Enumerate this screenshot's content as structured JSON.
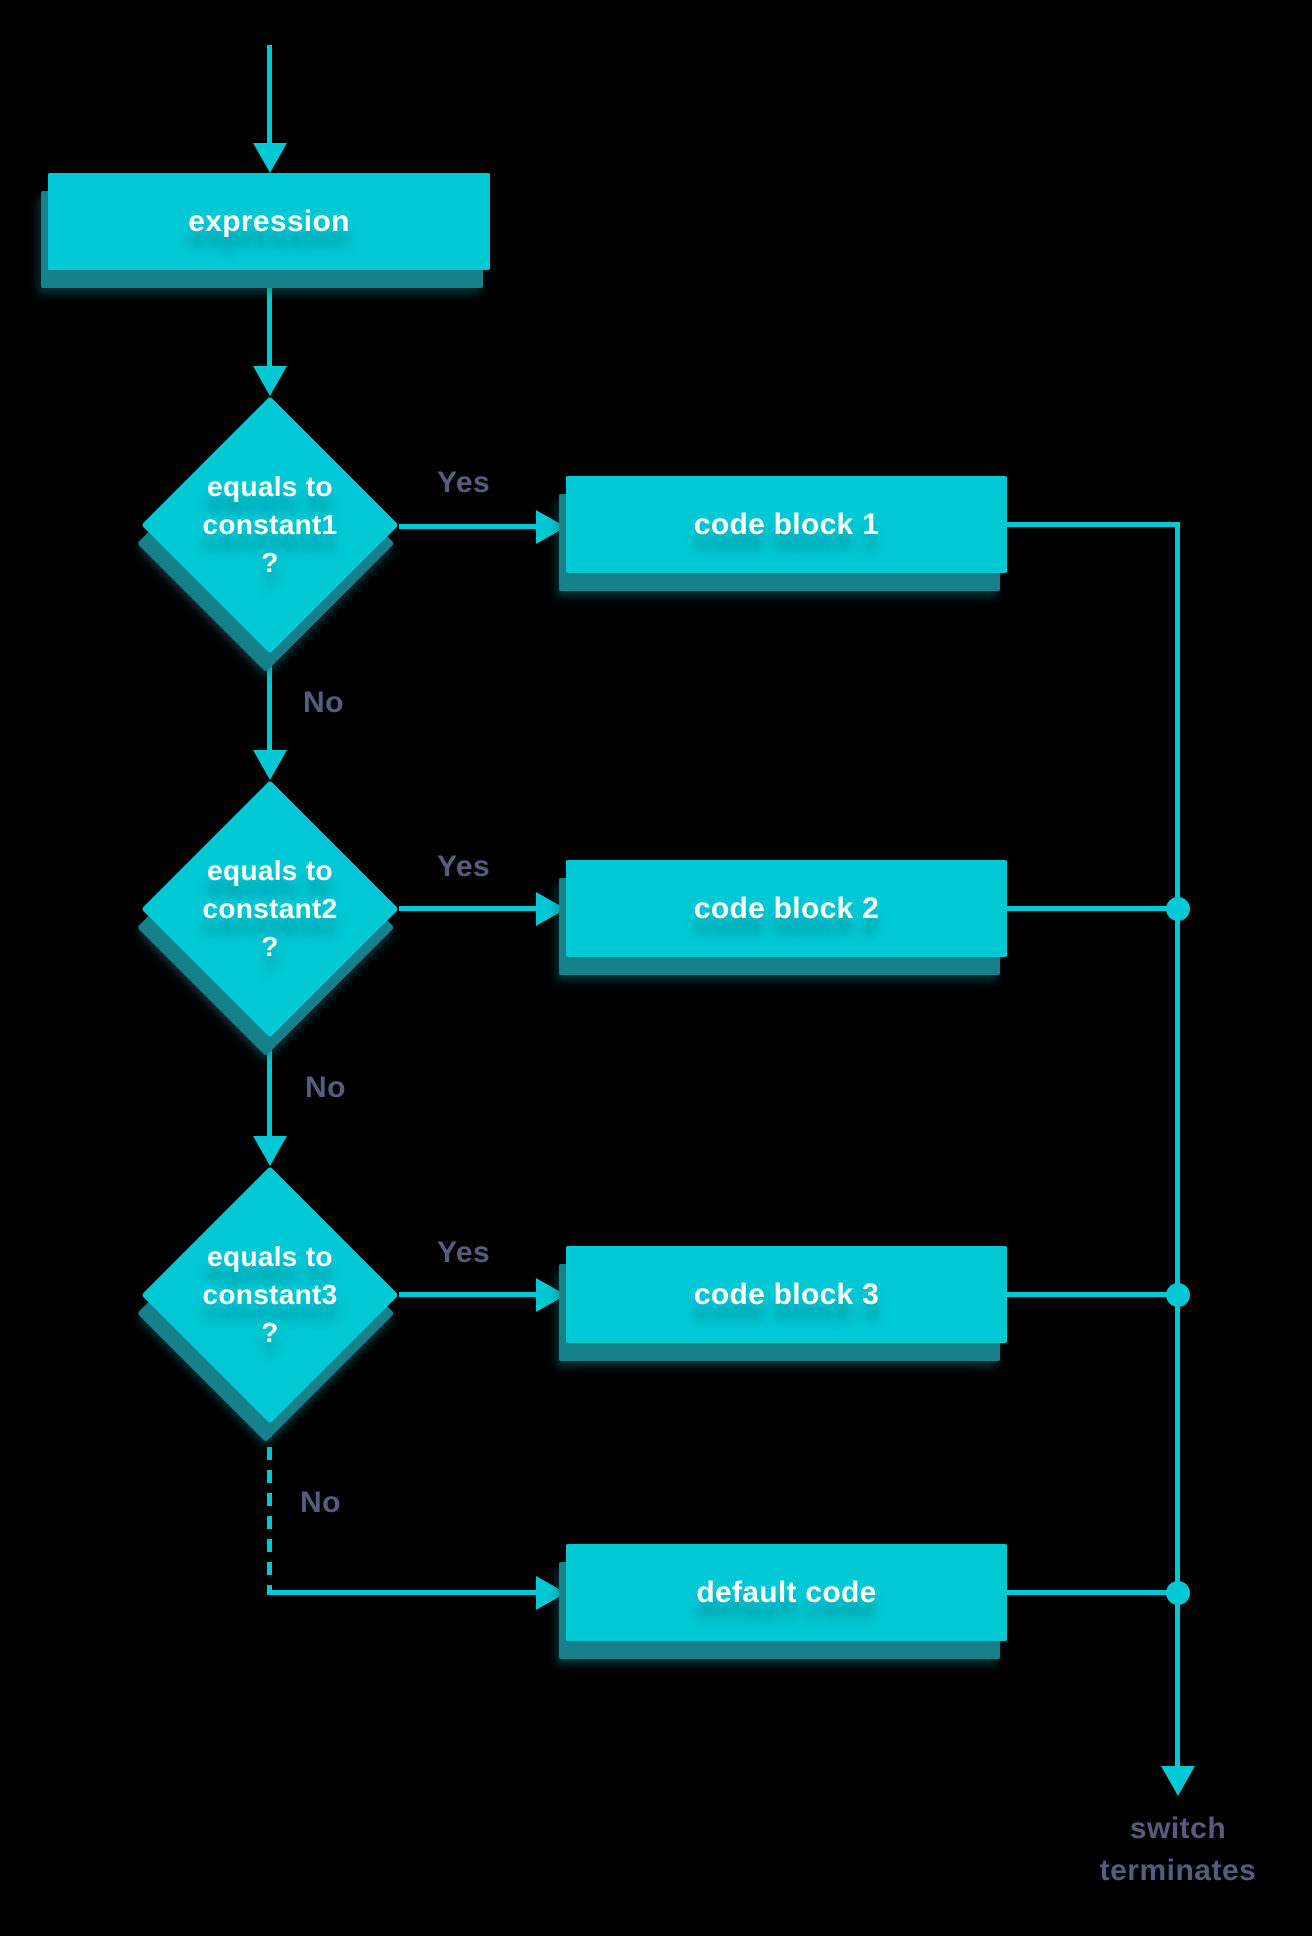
{
  "diagram": {
    "type": "flowchart",
    "background_color": "#000000",
    "accent_color": "#00c8d5",
    "shadow_color": "#16818b",
    "edge_label_color": "#575b7e",
    "node_text_color": "#ffffff",
    "nodes": {
      "expression": {
        "type": "process",
        "label": "expression"
      },
      "decision1": {
        "type": "decision",
        "line1": "equals to",
        "line2": "constant1",
        "line3": "?"
      },
      "codeblock1": {
        "type": "process",
        "label": "code block 1"
      },
      "decision2": {
        "type": "decision",
        "line1": "equals to",
        "line2": "constant2",
        "line3": "?"
      },
      "codeblock2": {
        "type": "process",
        "label": "code block 2"
      },
      "decision3": {
        "type": "decision",
        "line1": "equals to",
        "line2": "constant3",
        "line3": "?"
      },
      "codeblock3": {
        "type": "process",
        "label": "code block 3"
      },
      "defaultcode": {
        "type": "process",
        "label": "default code"
      }
    },
    "edge_labels": {
      "yes1": "Yes",
      "no1": "No",
      "yes2": "Yes",
      "no2": "No",
      "yes3": "Yes",
      "no3": "No"
    },
    "terminal": {
      "line1": "switch",
      "line2": "terminates"
    }
  }
}
